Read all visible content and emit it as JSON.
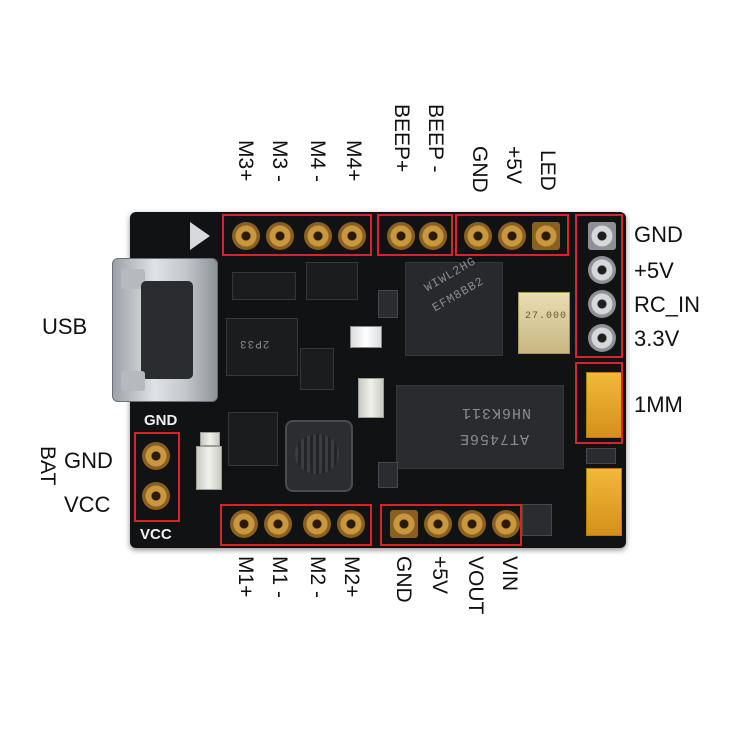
{
  "top_labels": [
    "M3+",
    "M3 -",
    "M4 -",
    "M4+",
    "BEEP+",
    "BEEP -",
    "GND",
    "+5V",
    "LED"
  ],
  "right_labels": [
    "GND",
    "+5V",
    "RC_IN",
    "3.3V",
    "1MM"
  ],
  "bottom_labels": [
    "M1+",
    "M1 -",
    "M2 -",
    "M2+",
    "GND",
    "+5V",
    "VOUT",
    "VIN"
  ],
  "left_labels": {
    "usb": "USB",
    "bat": "BAT",
    "gnd": "GND",
    "vcc": "VCC"
  },
  "silkscreen": {
    "gnd": "GND",
    "vcc": "VCC"
  },
  "chip_markings": {
    "driver_line1": "NH6K311",
    "driver_line2": "AT7456E",
    "mcu_line1": "WIWL2HG",
    "mcu_line2": "EFM8BB2",
    "regulator": "2P33",
    "crystal": "27.000"
  },
  "colors": {
    "highlight": "#d9232b",
    "board": "#111214",
    "pad": "#c8973e"
  }
}
